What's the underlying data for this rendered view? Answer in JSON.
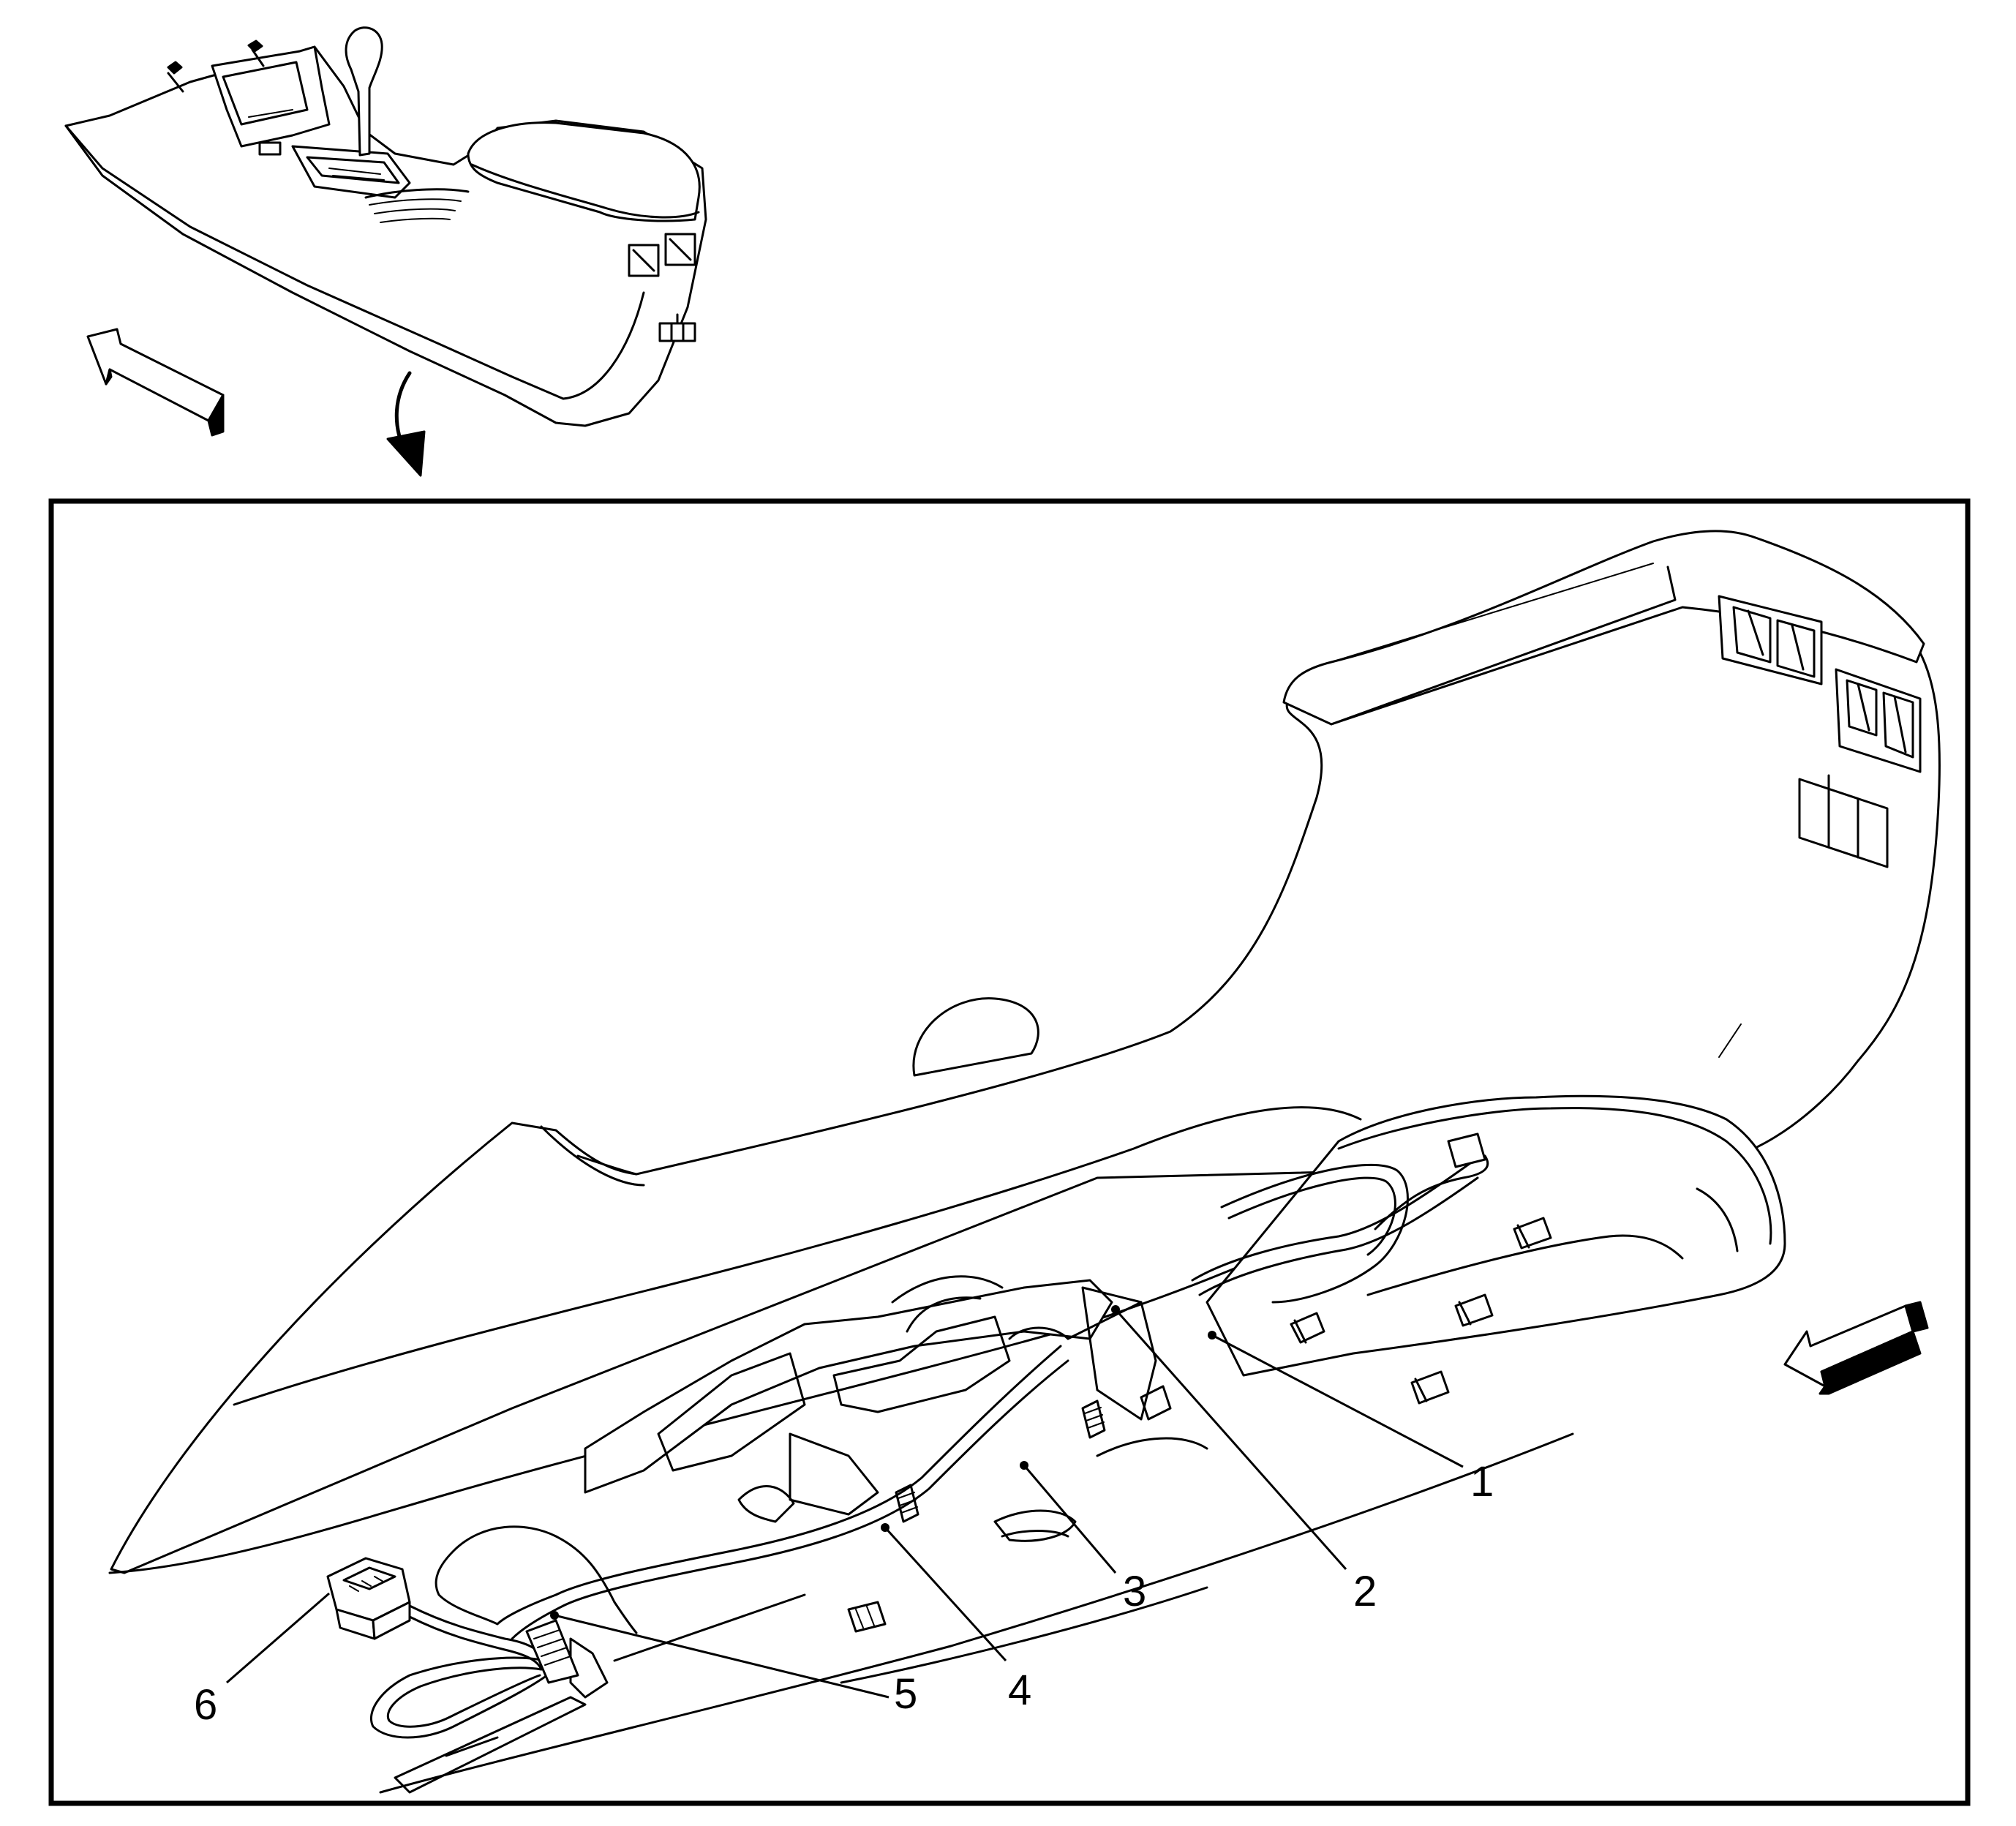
{
  "diagram": {
    "callouts": [
      {
        "id": "1",
        "label": "1"
      },
      {
        "id": "2",
        "label": "2"
      },
      {
        "id": "3",
        "label": "3"
      },
      {
        "id": "4",
        "label": "4"
      },
      {
        "id": "5",
        "label": "5"
      },
      {
        "id": "6",
        "label": "6"
      }
    ],
    "icons": {
      "overview_direction": "front-direction-arrow-icon",
      "detail_direction": "front-direction-arrow-icon",
      "view_transition": "curved-down-arrow-icon"
    },
    "colors": {
      "line": "#000000",
      "background": "#ffffff"
    }
  }
}
